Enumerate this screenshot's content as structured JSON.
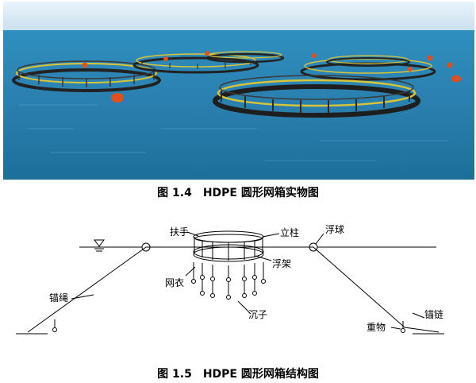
{
  "figure1": {
    "caption": "图 1.4　HDPE 圆形网箱实物图"
  },
  "figure2": {
    "caption": "图 1.5　HDPE 圆形网箱结构图",
    "labels": {
      "handrail": "扶手",
      "column": "立柱",
      "buoy": "浮球",
      "float_frame": "浮架",
      "net": "网衣",
      "anchor_rope": "锚绳",
      "sinker": "沉子",
      "weight": "重物",
      "anchor_chain": "锚链"
    }
  }
}
